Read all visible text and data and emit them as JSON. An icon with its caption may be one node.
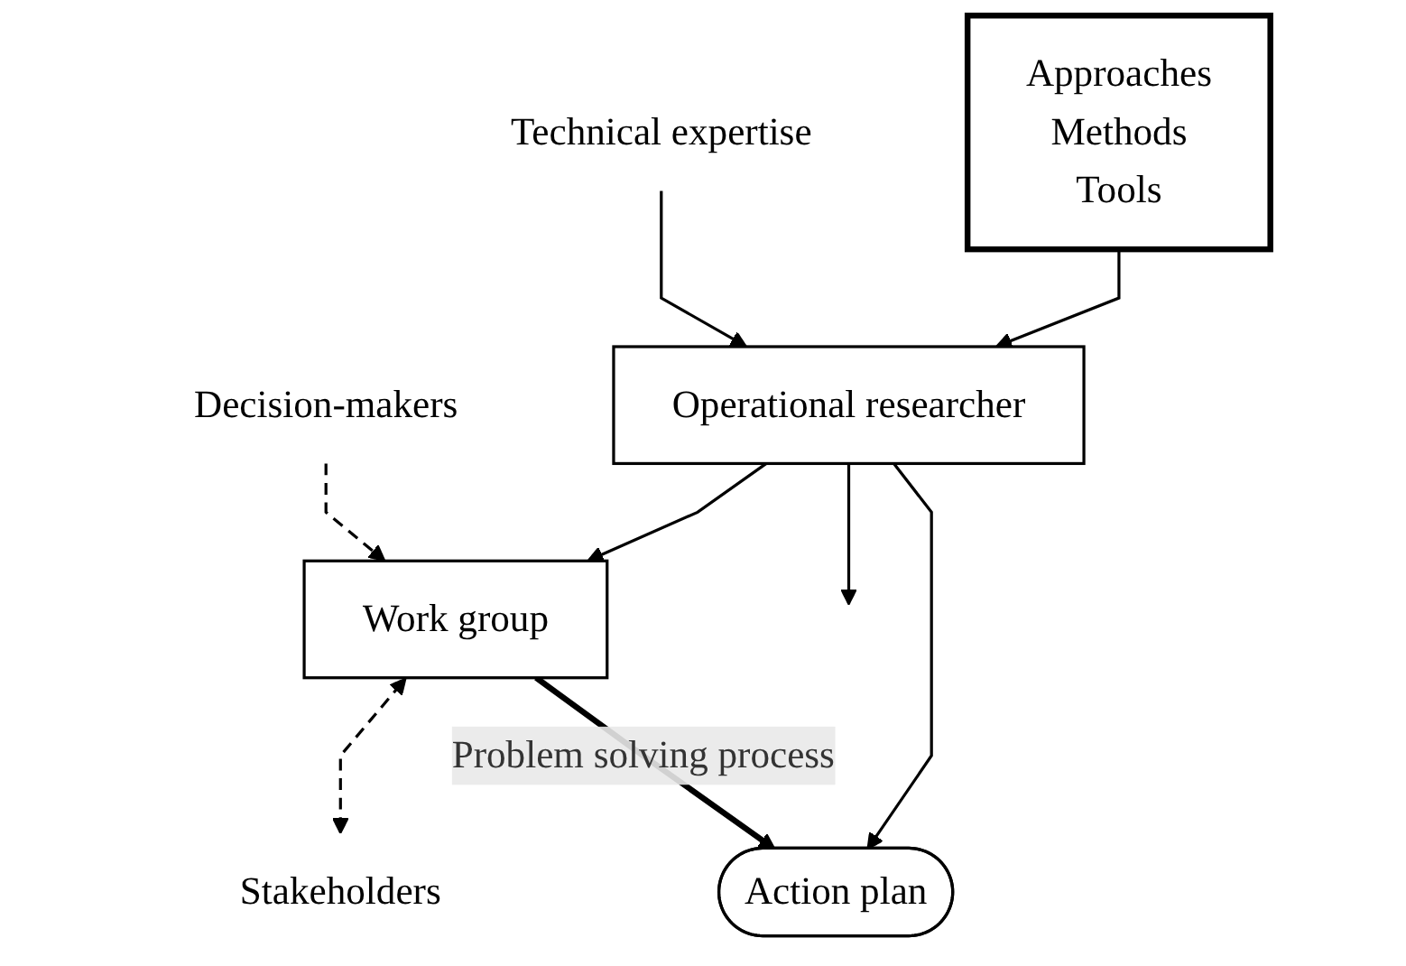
{
  "diagram": {
    "nodes": [
      {
        "text": [
          "Decision-makers"
        ]
      },
      {
        "text": [
          "Work group"
        ]
      },
      {
        "text": [
          "Action plan"
        ]
      },
      {
        "text": [
          "Stakeholders"
        ]
      },
      {
        "text": [
          "Operational researcher"
        ]
      },
      {
        "text": [
          "Technical expertise"
        ]
      },
      {
        "text": [
          "Approaches",
          "Methods",
          "Tools"
        ]
      }
    ],
    "edges": [
      {
        "from": 0,
        "to": 1,
        "arrow": "to",
        "style": "dashed"
      },
      {
        "from": 1,
        "to": 3,
        "arrow": "both",
        "style": "dashed"
      },
      {
        "from": 1,
        "to": 2,
        "arrow": "to",
        "style": "thick",
        "label": "Problem solving process"
      },
      {
        "from": 4,
        "to": 1,
        "arrow": "to"
      },
      {
        "from": 4,
        "to": null,
        "arrow": "to"
      },
      {
        "from": 4,
        "to": 2,
        "arrow": "to"
      },
      {
        "from": 5,
        "to": 4,
        "arrow": "to"
      },
      {
        "from": 6,
        "to": 4,
        "arrow": "to"
      }
    ]
  }
}
